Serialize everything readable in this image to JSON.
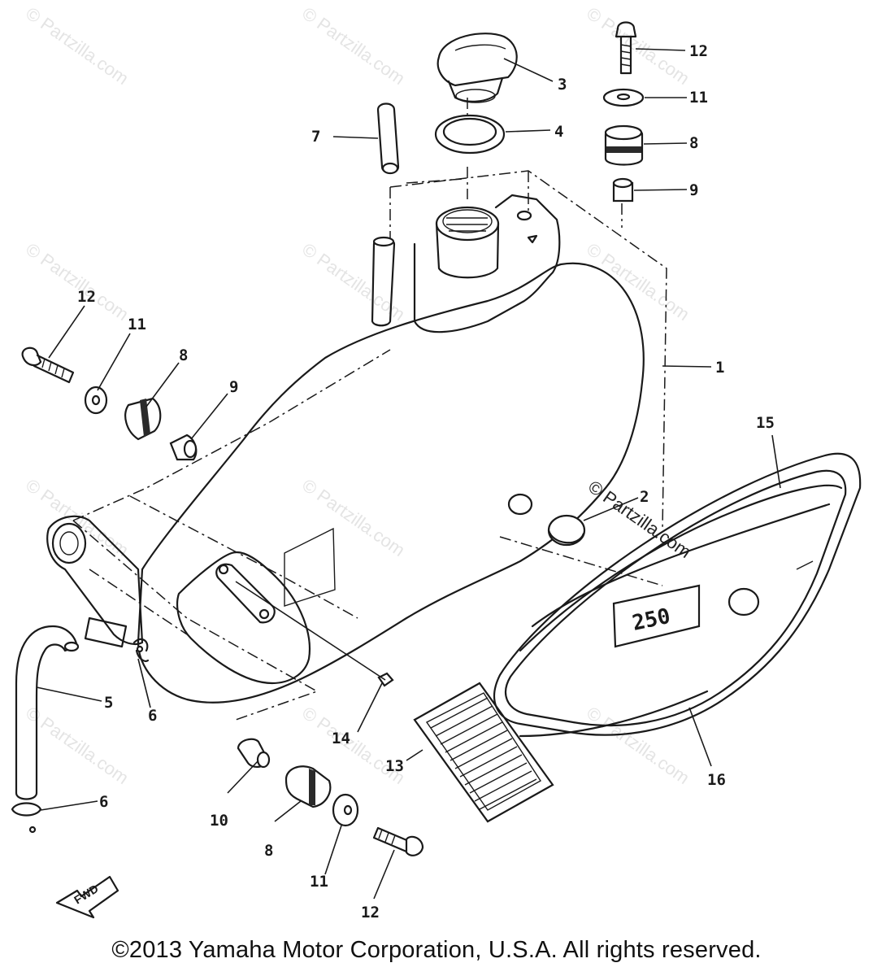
{
  "callouts": [
    {
      "id": "c1",
      "label": "1"
    },
    {
      "id": "c2",
      "label": "2"
    },
    {
      "id": "c3",
      "label": "3"
    },
    {
      "id": "c4",
      "label": "4"
    },
    {
      "id": "c5",
      "label": "5"
    },
    {
      "id": "c6a",
      "label": "6"
    },
    {
      "id": "c6b",
      "label": "6"
    },
    {
      "id": "c7",
      "label": "7"
    },
    {
      "id": "c8a",
      "label": "8"
    },
    {
      "id": "c8b",
      "label": "8"
    },
    {
      "id": "c8c",
      "label": "8"
    },
    {
      "id": "c9a",
      "label": "9"
    },
    {
      "id": "c9b",
      "label": "9"
    },
    {
      "id": "c10",
      "label": "10"
    },
    {
      "id": "c11a",
      "label": "11"
    },
    {
      "id": "c11b",
      "label": "11"
    },
    {
      "id": "c11c",
      "label": "11"
    },
    {
      "id": "c12a",
      "label": "12"
    },
    {
      "id": "c12b",
      "label": "12"
    },
    {
      "id": "c12c",
      "label": "12"
    },
    {
      "id": "c13",
      "label": "13"
    },
    {
      "id": "c14",
      "label": "14"
    },
    {
      "id": "c15",
      "label": "15"
    },
    {
      "id": "c16",
      "label": "16"
    }
  ],
  "emblem_text": "250",
  "fwd_arrow_label": "FWD",
  "watermark_text": "© Partzilla.com",
  "copyright": "©2013 Yamaha Motor Corporation, U.S.A. All rights reserved."
}
